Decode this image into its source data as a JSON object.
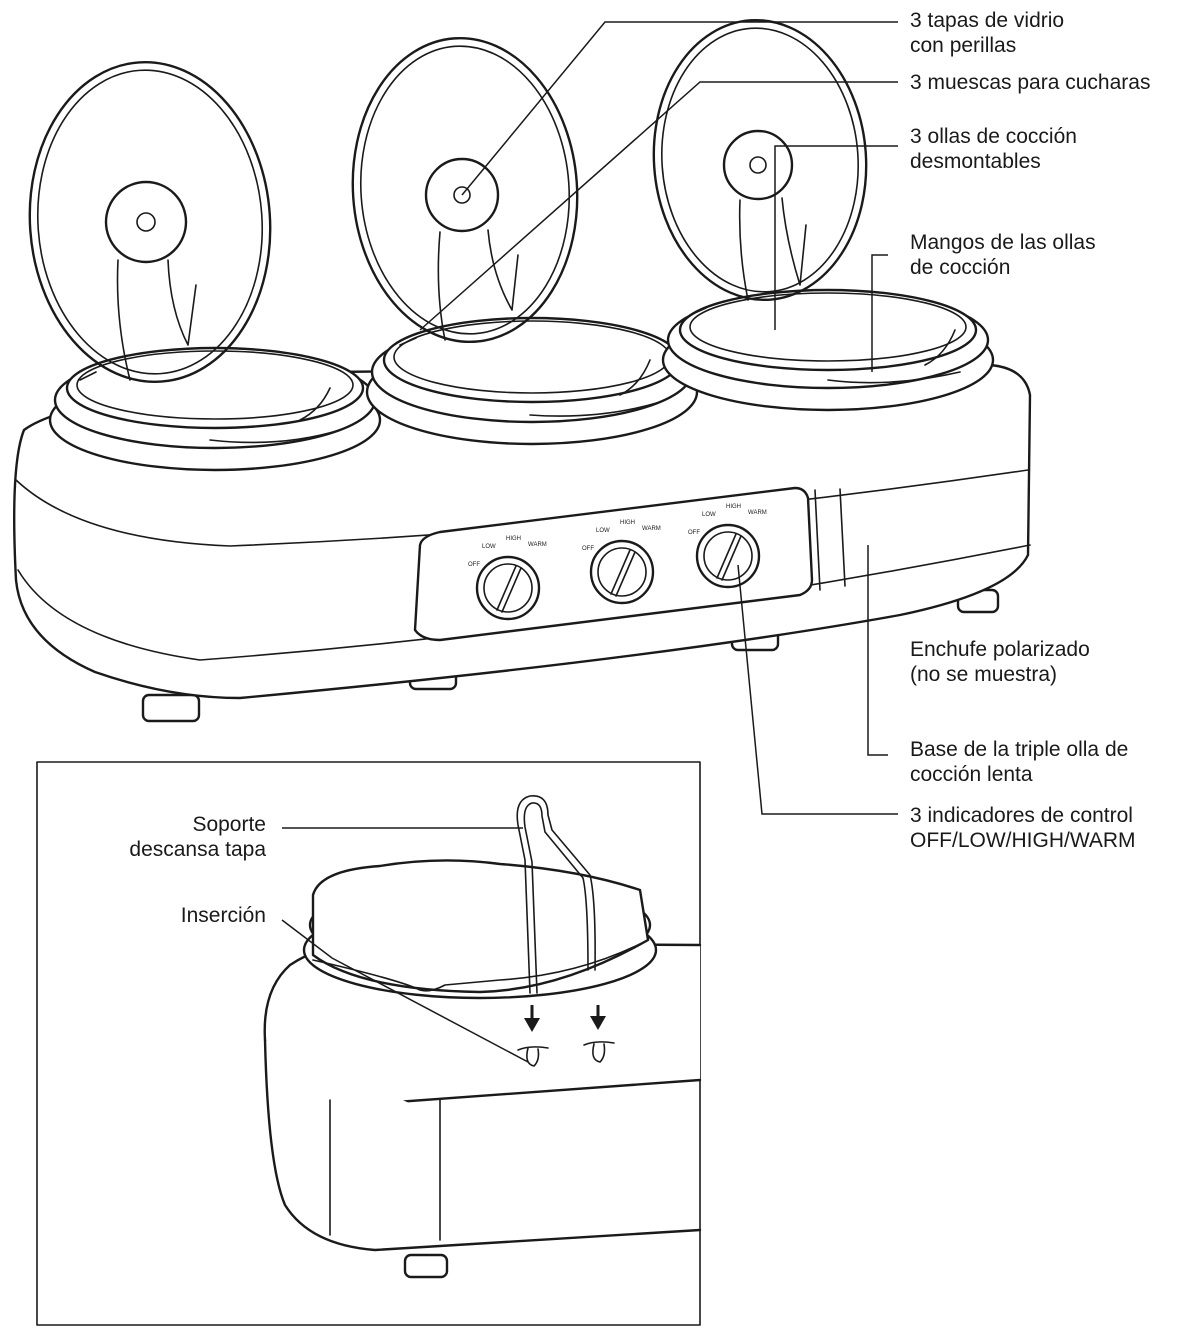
{
  "labels": {
    "lids": [
      "3 tapas de vidrio",
      "con perillas"
    ],
    "notches": [
      "3 muescas para cucharas"
    ],
    "pots": [
      "3 ollas de cocción",
      "desmontables"
    ],
    "handles": [
      "Mangos de las ollas",
      "de cocción"
    ],
    "plug": [
      "Enchufe polarizado",
      "(no se muestra)"
    ],
    "base": [
      "Base de la triple olla de",
      "cocción lenta"
    ],
    "controls": [
      "3 indicadores de control",
      "OFF/LOW/HIGH/WARM"
    ],
    "support": [
      "Soporte",
      "descansa tapa"
    ],
    "insertion": [
      "Inserción"
    ]
  },
  "dial_marks": [
    "OFF",
    "LOW",
    "HIGH",
    "WARM"
  ]
}
